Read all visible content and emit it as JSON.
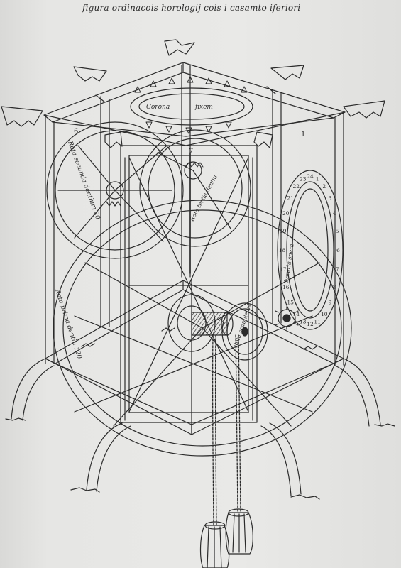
{
  "caption": "figura ordinacois horologij cois i casamto iferiori",
  "labels": {
    "corona": "Corona",
    "fixem": "fixem",
    "num_6": "6",
    "num_7": "7",
    "num_1": "1",
    "rota_secunda": "Rota secunda dentium 20",
    "rota_prima": "Rota prima dentiu 120",
    "rota_tertia": "Rota tertia dentiu",
    "horaria_spera": "horaria spera",
    "rota_scapule": "Rota scapule 24"
  },
  "hour_ring": [
    "24",
    "1",
    "2",
    "3",
    "4",
    "5",
    "6",
    "7",
    "8",
    "9",
    "10",
    "11",
    "12",
    "13",
    "14",
    "15",
    "16",
    "17",
    "18",
    "19",
    "20",
    "21",
    "22",
    "23"
  ],
  "colors": {
    "ink": "#2b2b2b",
    "paper": "#e6e6e4"
  }
}
